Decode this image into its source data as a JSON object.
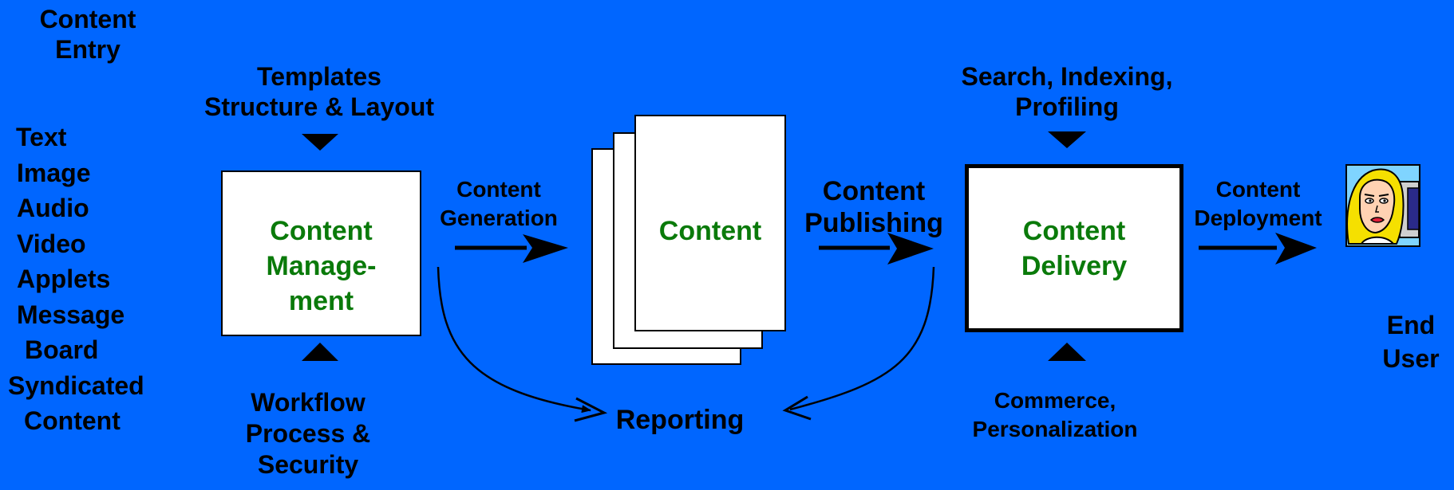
{
  "content_entry": {
    "title_line1": "Content",
    "title_line2": "Entry",
    "items": [
      "Text",
      "Image",
      "Audio",
      "Video",
      "Applets",
      "Message",
      "Board",
      "Syndicated",
      "Content"
    ]
  },
  "templates": {
    "line1": "Templates",
    "line2": "Structure & Layout"
  },
  "workflow": {
    "line1": "Workflow",
    "line2": "Process &",
    "line3": "Security"
  },
  "content_management": {
    "line1": "Content",
    "line2": "Manage-",
    "line3": "ment"
  },
  "content_generation": {
    "line1": "Content",
    "line2": "Generation"
  },
  "content_stack": {
    "label": "Content"
  },
  "content_publishing": {
    "line1": "Content",
    "line2": "Publishing"
  },
  "reporting": {
    "label": "Reporting"
  },
  "search": {
    "line1": "Search, Indexing,",
    "line2": "Profiling"
  },
  "content_delivery": {
    "line1": "Content",
    "line2": "Delivery"
  },
  "commerce": {
    "line1": "Commerce,",
    "line2": "Personalization"
  },
  "content_deployment": {
    "line1": "Content",
    "line2": "Deployment"
  },
  "end_user": {
    "line1": "End",
    "line2": "User"
  },
  "colors": {
    "background": "#0066ff",
    "box_text": "#0a7a0a"
  }
}
